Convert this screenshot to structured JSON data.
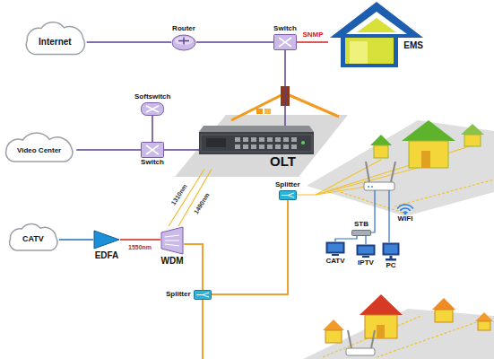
{
  "diagram": {
    "nodes": [
      {
        "text": [
          "Internet"
        ]
      },
      {
        "text": [
          "Router"
        ]
      },
      {
        "text": [
          "Switch"
        ]
      },
      {
        "text": [
          "EMS"
        ]
      },
      {
        "text": [
          "Softswitch"
        ]
      },
      {
        "text": [
          "Video Center"
        ]
      },
      {
        "text": [
          "Switch"
        ]
      },
      {
        "text": [
          "OLT"
        ]
      },
      {
        "text": [
          "CATV"
        ]
      },
      {
        "text": [
          "EDFA"
        ]
      },
      {
        "text": [
          "WDM"
        ]
      },
      {
        "text": [
          "Splitter"
        ]
      },
      {
        "text": [
          "Splitter"
        ]
      },
      {
        "text": [
          "WIFI"
        ]
      },
      {
        "text": [
          "STB"
        ]
      },
      {
        "text": [
          "CATV"
        ]
      },
      {
        "text": [
          "IPTV"
        ]
      },
      {
        "text": [
          "PC"
        ]
      }
    ],
    "edges": [
      {
        "from": 0,
        "to": 1,
        "arrow": "none"
      },
      {
        "from": 1,
        "to": 2,
        "arrow": "none"
      },
      {
        "from": 2,
        "to": 3,
        "label": "SNMP",
        "arrow": "none"
      },
      {
        "from": 2,
        "to": 7,
        "arrow": "none"
      },
      {
        "from": 4,
        "to": 6,
        "arrow": "none"
      },
      {
        "from": 5,
        "to": 6,
        "arrow": "none"
      },
      {
        "from": 6,
        "to": 7,
        "arrow": "none"
      },
      {
        "from": 7,
        "to": 10,
        "label": "1490nm",
        "arrow": "none"
      },
      {
        "from": 7,
        "to": 10,
        "label": "1310nm",
        "arrow": "none"
      },
      {
        "from": 8,
        "to": 9,
        "arrow": "none"
      },
      {
        "from": 9,
        "to": 10,
        "label": "1550nm",
        "arrow": "none"
      },
      {
        "from": 10,
        "to": 12,
        "arrow": "none"
      },
      {
        "from": 12,
        "to": 11,
        "arrow": "none"
      },
      {
        "from": 14,
        "to": 15,
        "arrow": "none"
      },
      {
        "from": 14,
        "to": 16,
        "arrow": "none"
      }
    ]
  }
}
